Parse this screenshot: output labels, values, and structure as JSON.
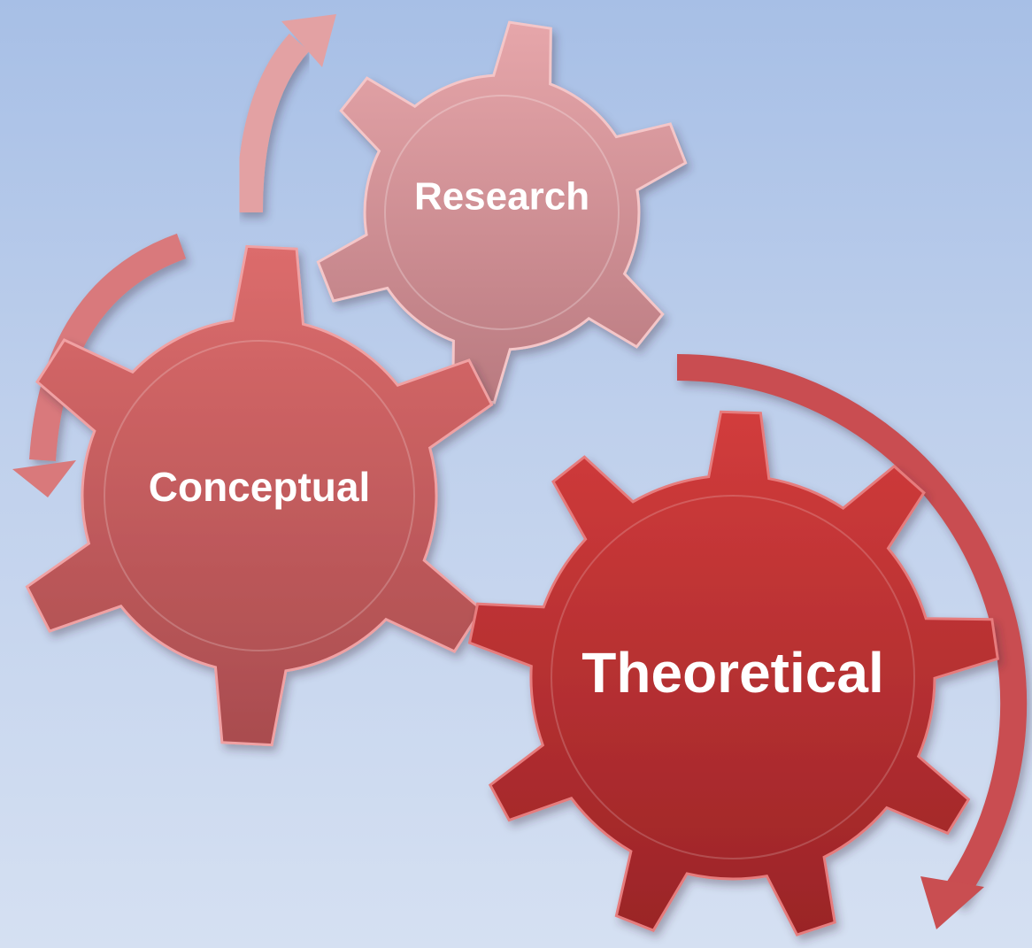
{
  "diagram": {
    "gears": [
      {
        "id": "research",
        "label": "Research",
        "color": "#cf8e91"
      },
      {
        "id": "conceptual",
        "label": "Conceptual",
        "color": "#c85c5c"
      },
      {
        "id": "theoretical",
        "label": "Theoretical",
        "color": "#bf3333"
      }
    ],
    "arrows": [
      {
        "id": "arrow-research",
        "color": "#e3a1a3"
      },
      {
        "id": "arrow-conceptual",
        "color": "#d9797b"
      },
      {
        "id": "arrow-theoretical",
        "color": "#c94e51"
      }
    ]
  }
}
